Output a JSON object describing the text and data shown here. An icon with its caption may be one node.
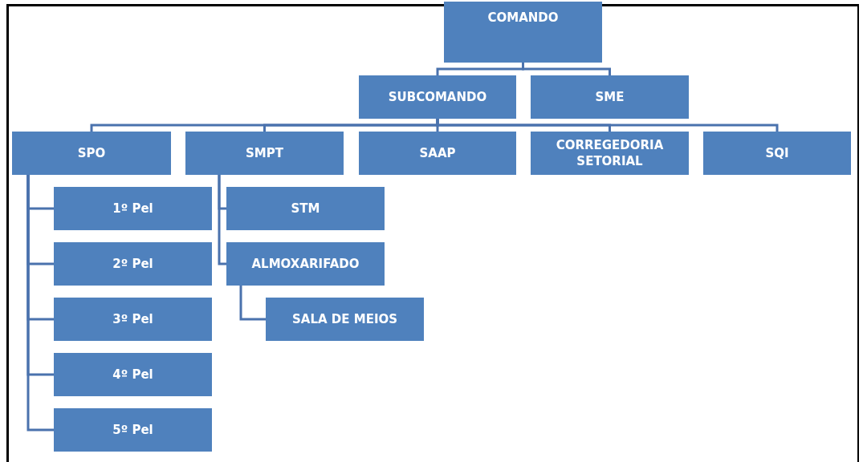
{
  "diagram": {
    "nodes": [
      {
        "text": [
          "COMANDO"
        ]
      },
      {
        "text": [
          "SUBCOMANDO"
        ]
      },
      {
        "text": [
          "SME"
        ]
      },
      {
        "text": [
          "SPO"
        ]
      },
      {
        "text": [
          "SMPT"
        ]
      },
      {
        "text": [
          "SAAP"
        ]
      },
      {
        "text": [
          "CORREGEDORIA SETORIAL"
        ]
      },
      {
        "text": [
          "SQI"
        ]
      },
      {
        "text": [
          "1º Pel"
        ]
      },
      {
        "text": [
          "STM"
        ]
      },
      {
        "text": [
          "2º Pel"
        ]
      },
      {
        "text": [
          "ALMOXARIFADO"
        ]
      },
      {
        "text": [
          "3º Pel"
        ]
      },
      {
        "text": [
          "SALA DE MEIOS"
        ]
      },
      {
        "text": [
          "4º Pel"
        ]
      },
      {
        "text": [
          "5º Pel"
        ]
      }
    ],
    "edges": [
      {
        "from": 0,
        "to": 1,
        "arrow": "none"
      },
      {
        "from": 0,
        "to": 2,
        "arrow": "none"
      },
      {
        "from": 1,
        "to": 3,
        "arrow": "none"
      },
      {
        "from": 1,
        "to": 4,
        "arrow": "none"
      },
      {
        "from": 1,
        "to": 5,
        "arrow": "none"
      },
      {
        "from": 1,
        "to": 6,
        "arrow": "none"
      },
      {
        "from": 1,
        "to": 7,
        "arrow": "none"
      },
      {
        "from": 3,
        "to": 8,
        "arrow": "none"
      },
      {
        "from": 3,
        "to": 10,
        "arrow": "none"
      },
      {
        "from": 3,
        "to": 12,
        "arrow": "none"
      },
      {
        "from": 3,
        "to": 14,
        "arrow": "none"
      },
      {
        "from": 3,
        "to": 15,
        "arrow": "none"
      },
      {
        "from": 4,
        "to": 9,
        "arrow": "none"
      },
      {
        "from": 4,
        "to": 11,
        "arrow": "none"
      },
      {
        "from": 11,
        "to": 13,
        "arrow": "none"
      }
    ]
  }
}
